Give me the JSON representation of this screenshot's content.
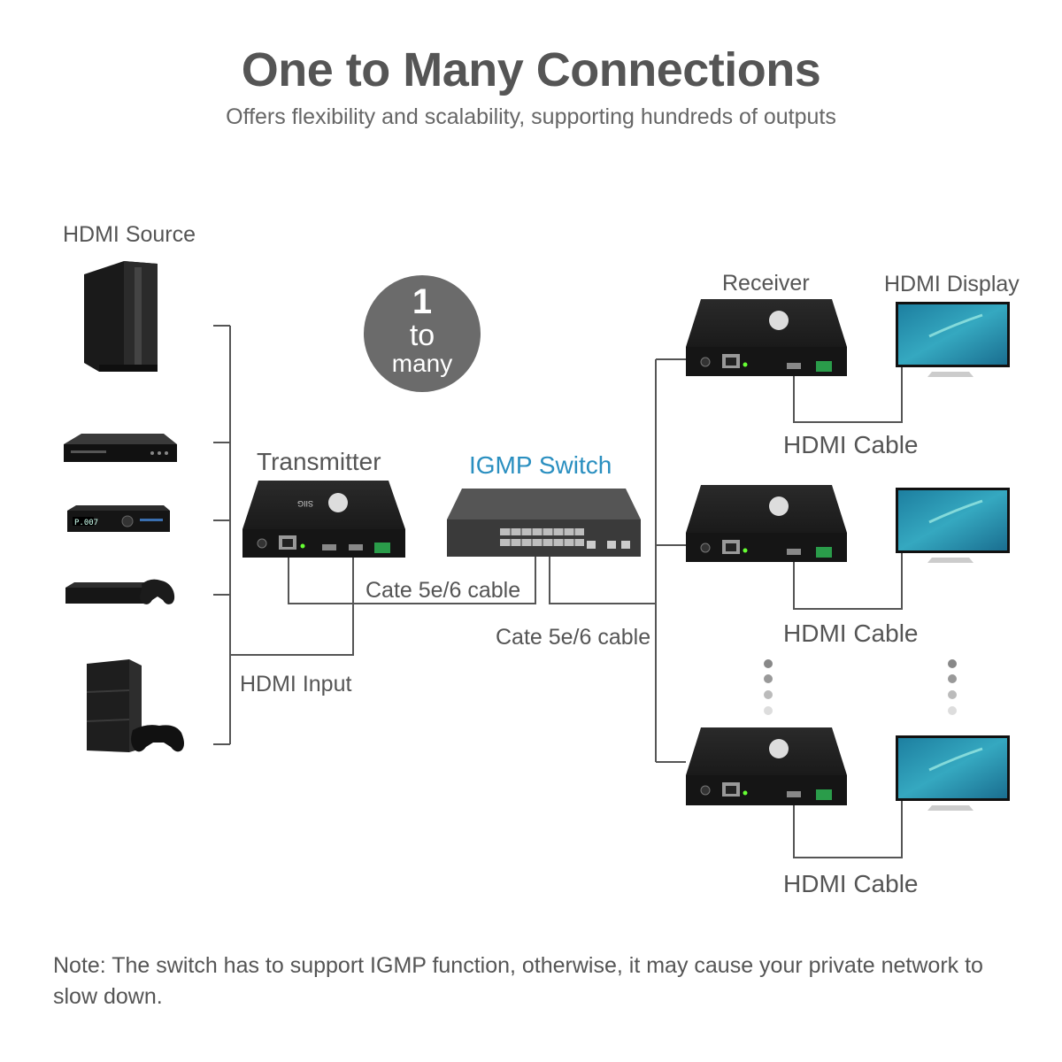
{
  "header": {
    "title": "One to Many Connections",
    "subtitle": "Offers flexibility and scalability, supporting hundreds of outputs"
  },
  "labels": {
    "hdmi_source": "HDMI Source",
    "transmitter": "Transmitter",
    "igmp_switch": "IGMP Switch",
    "receiver": "Receiver",
    "hdmi_display": "HDMI Display",
    "hdmi_input": "HDMI Input",
    "cable_cat_1": "Cate 5e/6 cable",
    "cable_cat_2": "Cate 5e/6 cable",
    "hdmi_cable_1": "HDMI Cable",
    "hdmi_cable_2": "HDMI Cable",
    "hdmi_cable_3": "HDMI Cable",
    "device_brand": "SIIG"
  },
  "badge": {
    "number": "1",
    "to": "to",
    "many": "many"
  },
  "note": "Note: The switch has to support IGMP function, otherwise, it may cause your private network to slow down.",
  "colors": {
    "accent": "#2a8fc0",
    "line": "#555555",
    "device": "#1c1c1c",
    "badge": "#6b6b6b",
    "screen": "#2e9ab3"
  },
  "icons": [
    "pc-tower-icon",
    "dvd-player-icon",
    "set-top-box-icon",
    "xbox-console-icon",
    "playstation-console-icon",
    "monitor-icon"
  ]
}
